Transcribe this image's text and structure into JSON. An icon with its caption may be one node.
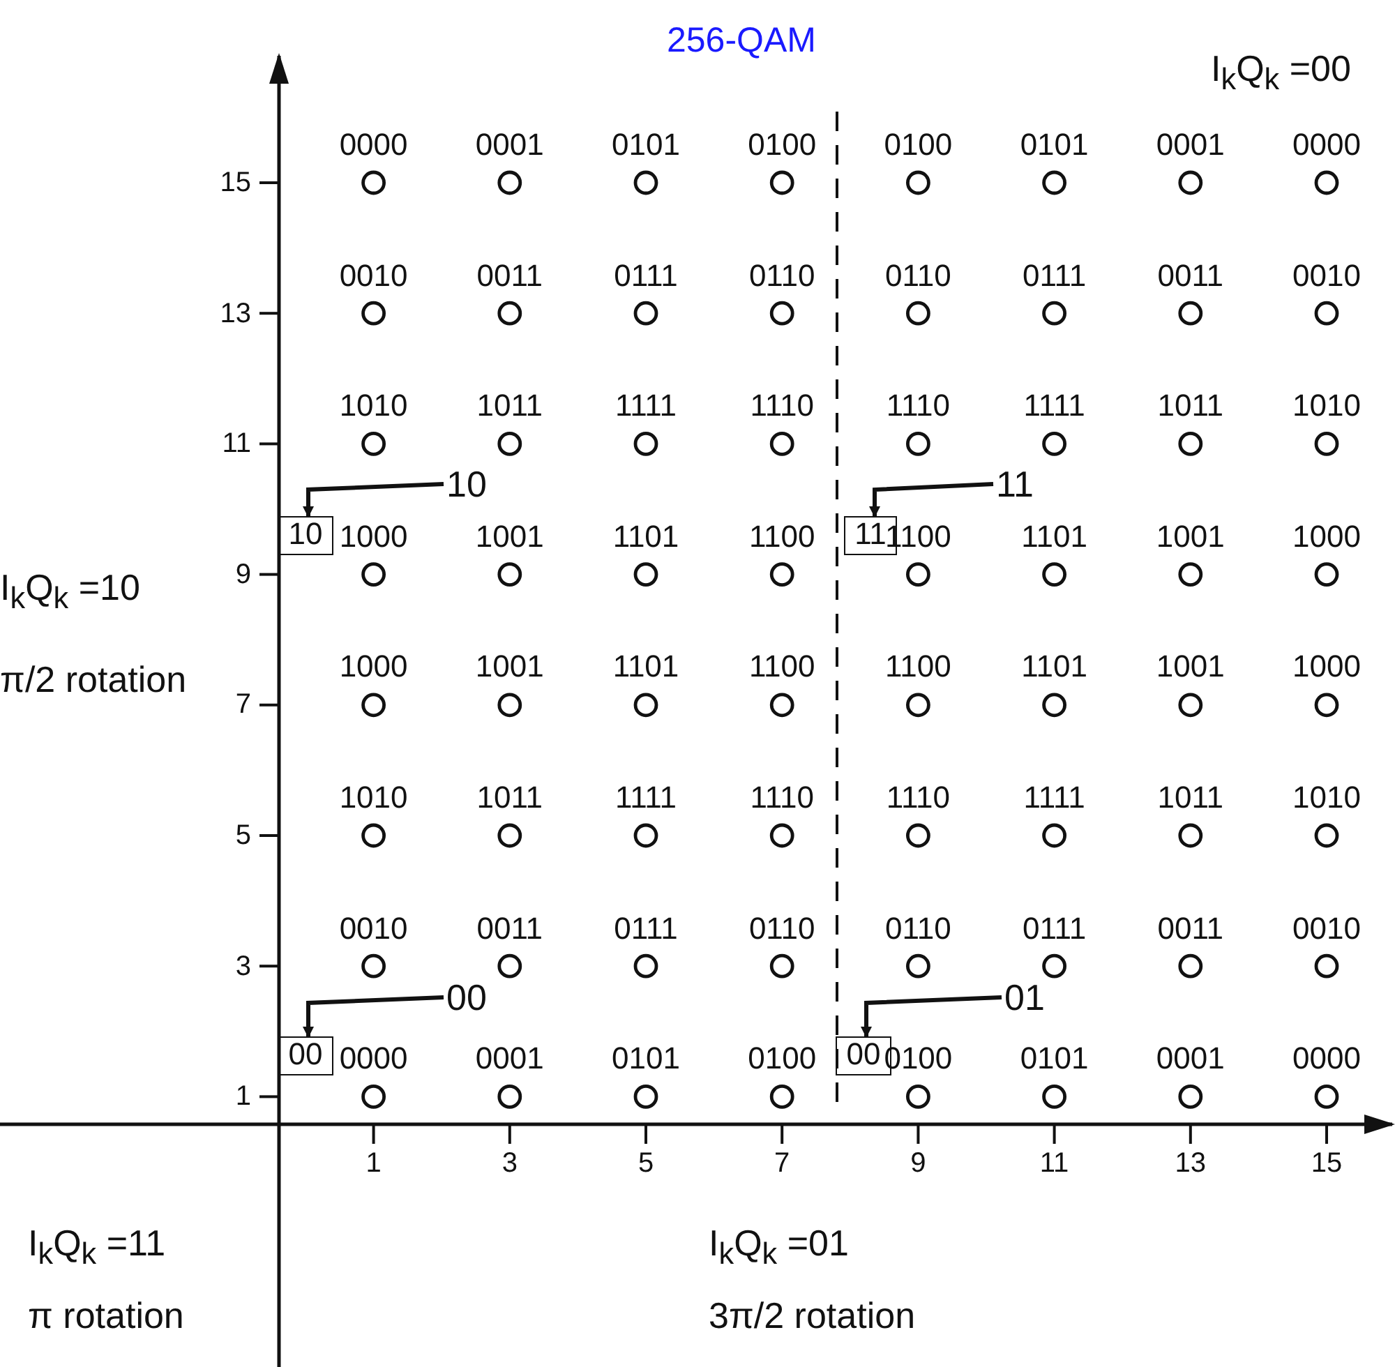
{
  "diagram": {
    "title": "256-QAM",
    "nodes": [
      {
        "text": [
          "10"
        ]
      },
      {
        "text": [
          "10"
        ]
      },
      {
        "text": [
          "11"
        ]
      },
      {
        "text": [
          "11"
        ]
      },
      {
        "text": [
          "00"
        ]
      },
      {
        "text": [
          "00"
        ]
      },
      {
        "text": [
          "01"
        ]
      },
      {
        "text": [
          "00"
        ]
      }
    ],
    "edges": [
      {
        "from": 0,
        "to": 1,
        "arrow": "to"
      },
      {
        "from": 2,
        "to": 3,
        "arrow": "to"
      },
      {
        "from": 4,
        "to": 5,
        "arrow": "to"
      },
      {
        "from": 6,
        "to": 7,
        "arrow": "to"
      }
    ],
    "labels": [
      "I$_{k}$Q$_{k}$ =00",
      "0000",
      "0001",
      "0101",
      "0100",
      "0100",
      "0101",
      "0001",
      "0000",
      "0010",
      "0011",
      "0111",
      "0110",
      "0110",
      "0111",
      "0011",
      "0010",
      "1010",
      "1011",
      "1111",
      "1110",
      "1110",
      "1111",
      "1011",
      "1010",
      "1000",
      "1001",
      "1101",
      "1100",
      "1100",
      "1101",
      "1001",
      "1000",
      "1000",
      "1001",
      "1101",
      "1100",
      "1100",
      "1101",
      "1001",
      "1000",
      "1010",
      "1011",
      "1111",
      "1110",
      "1110",
      "1111",
      "1011",
      "1010",
      "0010",
      "0011",
      "0111",
      "0110",
      "0110",
      "0111",
      "0011",
      "0010",
      "0000",
      "0001",
      "0101",
      "0100",
      "0100",
      "0101",
      "0001",
      "0000",
      "I$_{k}$Q$_{k}$ =10",
      "π/2 rotation",
      "15",
      "13",
      "11",
      "9",
      "7",
      "5",
      "3",
      "1",
      "1",
      "3",
      "5",
      "7",
      "9",
      "11",
      "13",
      "15",
      "I$_{k}$Q$_{k}$ =11",
      "π rotation",
      "I$_{k}$Q$_{k}$ =01",
      "3π/2 rotation"
    ]
  }
}
